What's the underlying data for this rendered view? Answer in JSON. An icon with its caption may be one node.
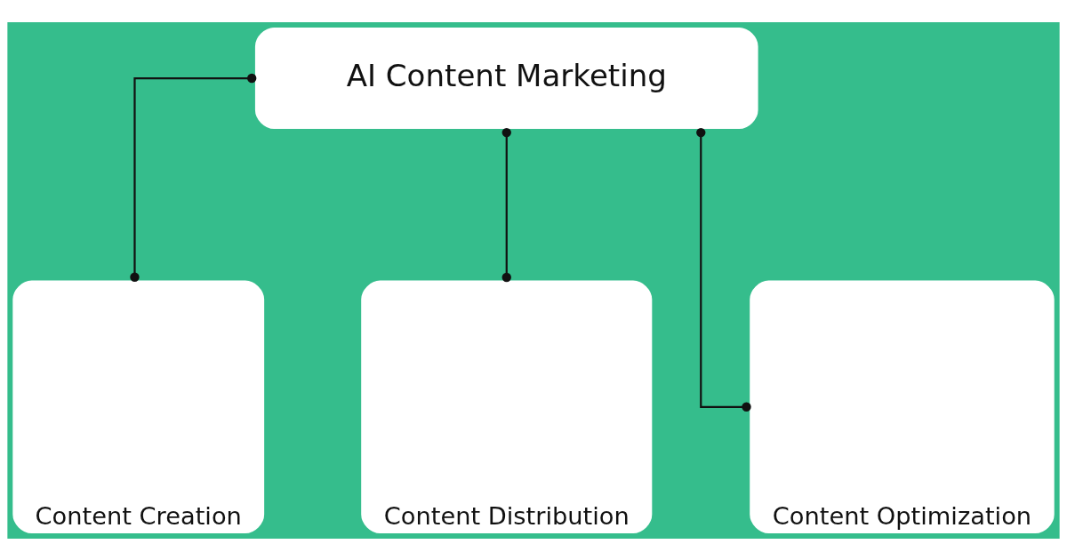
{
  "diagram": {
    "nodes": [
      {
        "text": [
          "AI Content Marketing"
        ]
      },
      {
        "text": [
          "Content Creation"
        ]
      },
      {
        "text": [
          "Content Distribution"
        ]
      },
      {
        "text": [
          "Content Optimization"
        ]
      }
    ],
    "edges": [
      {
        "from": 0,
        "to": 1,
        "arrow": "other"
      },
      {
        "from": 0,
        "to": 2,
        "arrow": "other"
      },
      {
        "from": 0,
        "to": 3,
        "arrow": "other"
      }
    ]
  }
}
